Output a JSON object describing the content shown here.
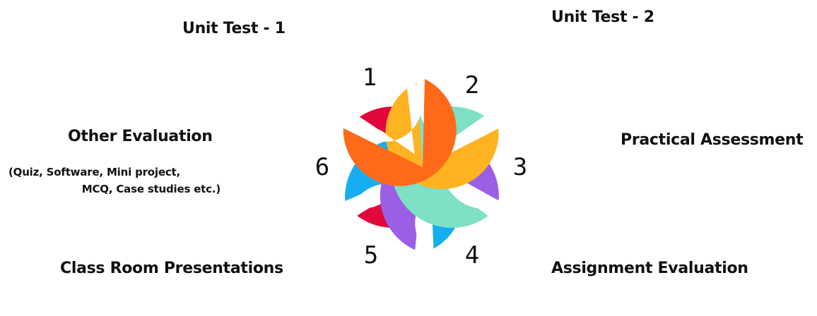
{
  "diagram": {
    "petals": [
      {
        "number": "1",
        "label": "Unit Test - 1",
        "color": "#ff6a1a"
      },
      {
        "number": "2",
        "label": "Unit Test - 2",
        "color": "#ffb320"
      },
      {
        "number": "3",
        "label": "Practical Assessment",
        "color": "#7ee0c4"
      },
      {
        "number": "4",
        "label": "Assignment Evaluation",
        "color": "#9b5fe6"
      },
      {
        "number": "5",
        "label": "Class Room Presentations",
        "color": "#16aef0"
      },
      {
        "number": "6",
        "label": "Other Evaluation",
        "color": "#e2073a"
      }
    ],
    "other_evaluation_note_line1": "(Quiz, Software, Mini project,",
    "other_evaluation_note_line2": "MCQ, Case studies etc.)"
  }
}
